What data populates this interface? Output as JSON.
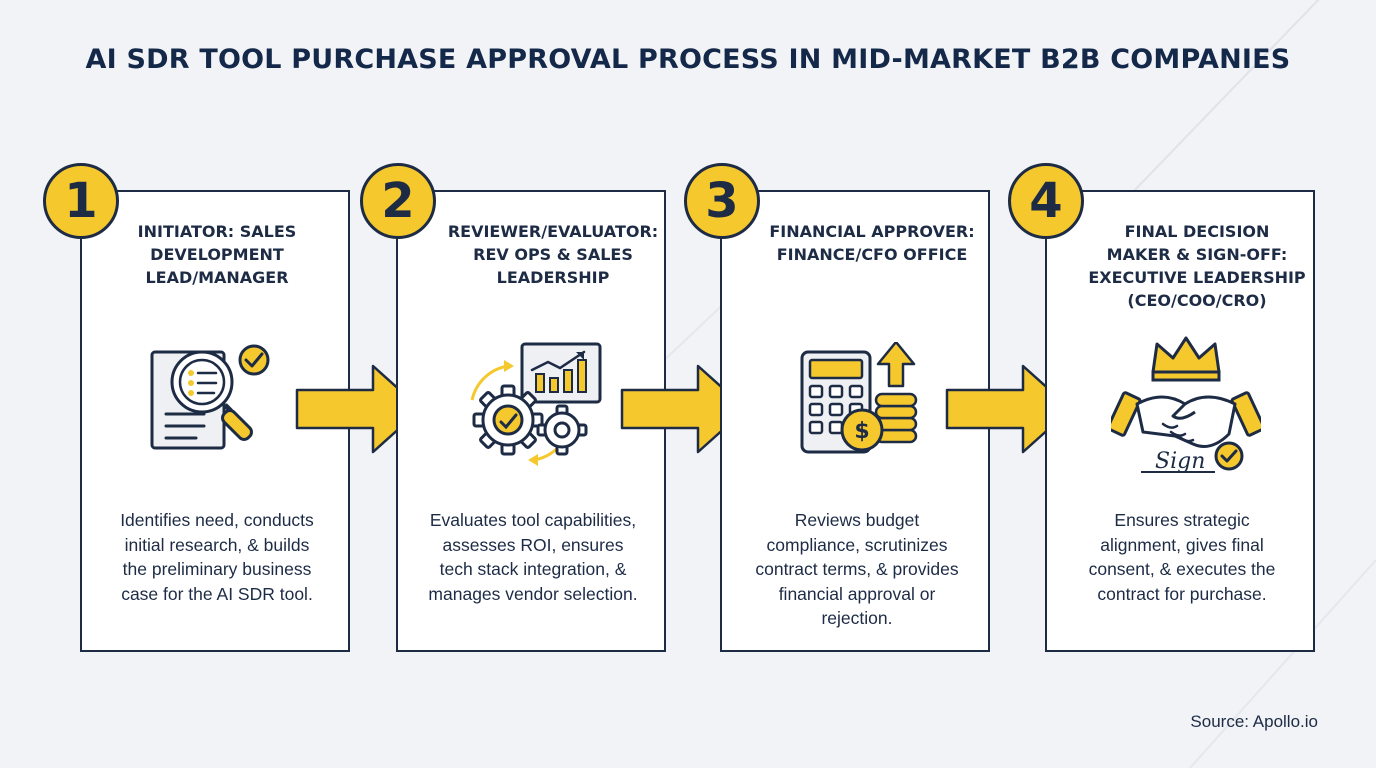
{
  "title": "AI SDR TOOL PURCHASE APPROVAL PROCESS IN MID-MARKET B2B COMPANIES",
  "colors": {
    "accent": "#f5c82e",
    "ink": "#1d2b45",
    "background": "#f1f3f6",
    "card": "#ffffff"
  },
  "steps": [
    {
      "number": "1",
      "heading_lines": [
        "INITIATOR: SALES",
        "DEVELOPMENT",
        "LEAD/MANAGER"
      ],
      "icon": "document-magnifier-check-icon",
      "description_lines": [
        "Identifies need, conducts",
        "initial research, & builds",
        "the preliminary business",
        "case for the AI SDR tool."
      ]
    },
    {
      "number": "2",
      "heading_lines": [
        "REVIEWER/EVALUATOR:",
        "REV OPS & SALES",
        "LEADERSHIP"
      ],
      "icon": "gears-chart-icon",
      "description_lines": [
        "Evaluates tool capabilities,",
        "assesses ROI, ensures",
        "tech stack integration, &",
        "manages vendor selection."
      ]
    },
    {
      "number": "3",
      "heading_lines": [
        "FINANCIAL APPROVER:",
        "FINANCE/CFO OFFICE"
      ],
      "icon": "calculator-coins-icon",
      "description_lines": [
        "Reviews budget",
        "compliance, scrutinizes",
        "contract terms, & provides",
        "financial approval or",
        "rejection."
      ]
    },
    {
      "number": "4",
      "heading_lines": [
        "FINAL DECISION",
        "MAKER & SIGN-OFF:",
        "EXECUTIVE LEADERSHIP",
        "(CEO/COO/CRO)"
      ],
      "icon": "handshake-crown-signature-icon",
      "description_lines": [
        "Ensures strategic",
        "alignment, gives final",
        "consent, & executes the",
        "contract for purchase."
      ]
    }
  ],
  "signature_text": "Sign",
  "source": "Source: Apollo.io"
}
